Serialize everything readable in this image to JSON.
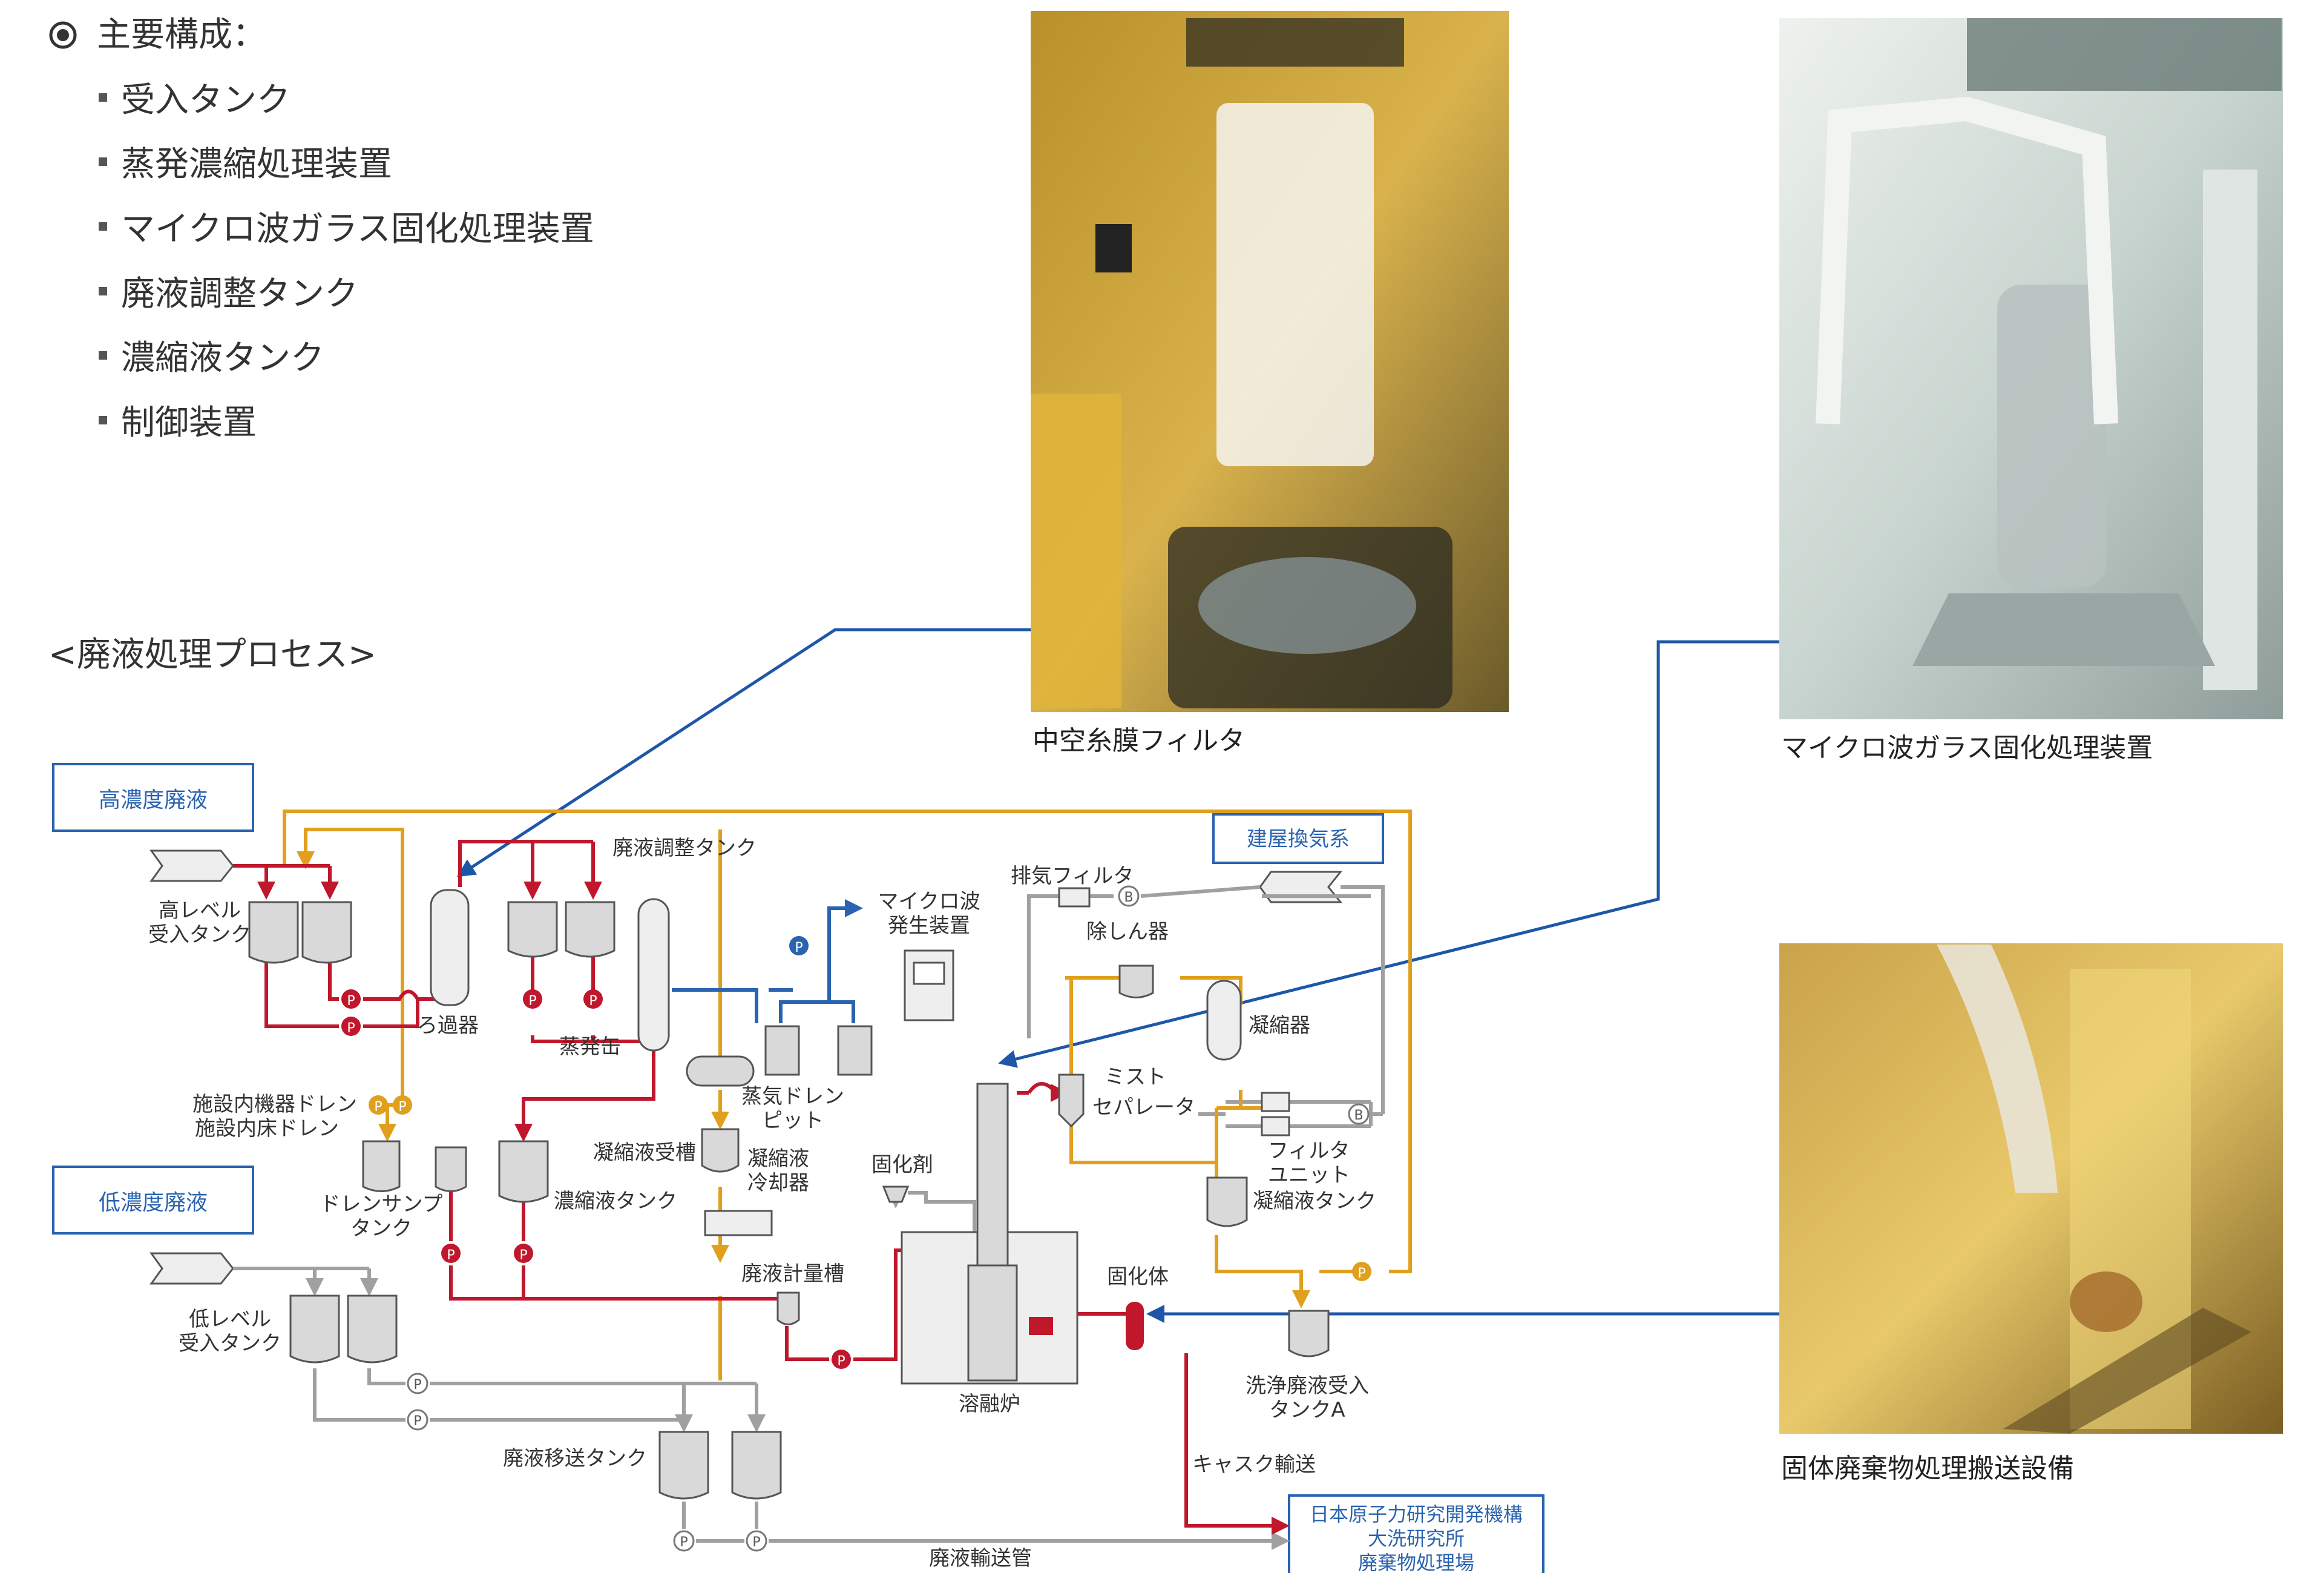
{
  "composition": {
    "heading": "主要構成：",
    "items": [
      "受入タンク",
      "蒸発濃縮処理装置",
      "マイクロ波ガラス固化処理装置",
      "廃液調整タンク",
      "濃縮液タンク",
      "制御装置"
    ]
  },
  "process_title": "<廃液処理プロセス>",
  "photo_captions": {
    "filter": "中空糸膜フィルタ",
    "microwave": "マイクロ波ガラス固化処理装置",
    "transport": "固体廃棄物処理搬送設備"
  },
  "boxes": {
    "high": "高濃度廃液",
    "low": "低濃度廃液",
    "vent": "建屋換気系",
    "dest1": "日本原子力研究開発機構",
    "dest2": "大洗研究所",
    "dest3": "廃棄物処理場"
  },
  "labels": {
    "hl_tank1": "高レベル",
    "hl_tank2": "受入タンク",
    "filter": "ろ過器",
    "adj_tank": "廃液調整タンク",
    "evap": "蒸発缶",
    "steam1": "蒸気ドレン",
    "steam2": "ピット",
    "mw1": "マイクロ波",
    "mw2": "発生装置",
    "exhaust": "排気フィルタ",
    "dehum": "除しん器",
    "condenser": "凝縮器",
    "mist1": "ミスト",
    "mist2": "セパレータ",
    "fu1": "フィルタ",
    "fu2": "ユニット",
    "cond_tank": "凝縮液タンク",
    "drain1": "施設内機器ドレン",
    "drain2": "施設内床ドレン",
    "sump1": "ドレンサンプ",
    "sump2": "タンク",
    "recv": "凝縮液受槽",
    "conc_tank": "濃縮液タンク",
    "cool1": "凝縮液",
    "cool2": "冷却器",
    "solidifier": "固化剤",
    "meter": "廃液計量槽",
    "melter": "溶融炉",
    "solid": "固化体",
    "wash1": "洗浄廃液受入",
    "wash2": "タンクA",
    "cask": "キャスク輸送",
    "ll1": "低レベル",
    "ll2": "受入タンク",
    "transfer_tank": "廃液移送タンク",
    "pipe": "廃液輸送管"
  },
  "symbols": {
    "pump": "P",
    "blower": "B"
  },
  "colors": {
    "high": "#c0172c",
    "low": "#a0a0a0",
    "cond": "#e0a01e",
    "blue": "#2a63b0",
    "tank_fill": "#d9d9d9",
    "tank_stroke": "#555555",
    "box_blue": "#2a63b0"
  }
}
